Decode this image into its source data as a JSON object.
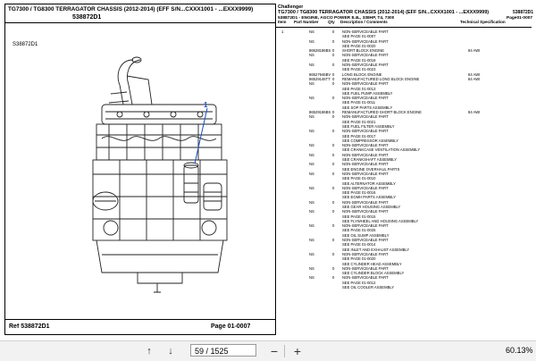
{
  "left_page": {
    "title": "TG7300 / TG8300 TERRAGATOR CHASSIS (2012-2014) (EFF S/N...CXXX1001 - ...EXXX9999)",
    "code": "538872D1",
    "ref_label": "S38872D1",
    "callout": "1",
    "footer_ref": "Ref  538872D1",
    "footer_page": "Page  01-0007"
  },
  "right_page": {
    "brand": "Challenger",
    "title": "TG7300 / TG8300 TERRAGATOR CHASSIS (2012-2014) (EFF S/N...CXXX1001 - ...EXXX9999)",
    "code": "538872D1",
    "subtitle": "538872D1 - ENGINE, AGCO POWER 8.4L, 338HP, T4, 7300",
    "page": "Page01-0007",
    "columns": {
      "item": "Item",
      "part": "Part Number",
      "qty": "Qty",
      "comp": "Description / Comments",
      "spec": "Technical Specification"
    },
    "rows": [
      {
        "item": "1",
        "part": "NS",
        "qty": "0",
        "comp": "NON-SERVICEABLE PART",
        "spec": ""
      },
      {
        "item": "",
        "part": "",
        "qty": "",
        "comp": "SEE PAGE 01-0007",
        "spec": ""
      },
      {
        "item": "",
        "part": "NS",
        "qty": "0",
        "comp": "NON-SERVICEABLE PART",
        "spec": ""
      },
      {
        "item": "",
        "part": "",
        "qty": "",
        "comp": "SEE PAGE 01-0020",
        "spec": ""
      },
      {
        "item": "",
        "part": "86528186BS",
        "qty": "0",
        "comp": "SHORT BLOCK ENGINE",
        "spec": "84 AWI"
      },
      {
        "item": "",
        "part": "NS",
        "qty": "0",
        "comp": "NON-SERVICEABLE PART",
        "spec": ""
      },
      {
        "item": "",
        "part": "",
        "qty": "",
        "comp": "SEE PAGE 01-0018",
        "spec": ""
      },
      {
        "item": "",
        "part": "NS",
        "qty": "0",
        "comp": "NON-SERVICEABLE PART",
        "spec": ""
      },
      {
        "item": "",
        "part": "",
        "qty": "",
        "comp": "SEE PAGE 01-0023",
        "spec": ""
      },
      {
        "item": "",
        "part": "86527946BV",
        "qty": "0",
        "comp": "LONG BLOCK ENGINE",
        "spec": "84 AWI"
      },
      {
        "item": "",
        "part": "86529146TT",
        "qty": "0",
        "comp": "REMANUFACTURED LONG BLOCK ENGINE",
        "spec": "84 AWI"
      },
      {
        "item": "",
        "part": "NS",
        "qty": "0",
        "comp": "NON-SERVICEABLE PART",
        "spec": ""
      },
      {
        "item": "",
        "part": "",
        "qty": "",
        "comp": "SEE PAGE 01-0013",
        "spec": ""
      },
      {
        "item": "",
        "part": "",
        "qty": "",
        "comp": "SEE FUEL PUMP ASSEMBLY",
        "spec": ""
      },
      {
        "item": "",
        "part": "NS",
        "qty": "0",
        "comp": "NON-SERVICEABLE PART",
        "spec": ""
      },
      {
        "item": "",
        "part": "",
        "qty": "",
        "comp": "SEE PAGE 01-0011",
        "spec": ""
      },
      {
        "item": "",
        "part": "",
        "qty": "",
        "comp": "SEE SOP PARTS ASSEMBLY",
        "spec": ""
      },
      {
        "item": "",
        "part": "86529186BS",
        "qty": "0",
        "comp": "REMANUFACTURED SHORT BLOCK ENGINE",
        "spec": "84 AWI"
      },
      {
        "item": "",
        "part": "NS",
        "qty": "0",
        "comp": "NON-SERVICEABLE PART",
        "spec": ""
      },
      {
        "item": "",
        "part": "",
        "qty": "",
        "comp": "SEE PAGE 01-0021",
        "spec": ""
      },
      {
        "item": "",
        "part": "",
        "qty": "",
        "comp": "SEE FUEL FILTER ASSEMBLY",
        "spec": ""
      },
      {
        "item": "",
        "part": "NS",
        "qty": "0",
        "comp": "NON-SERVICEABLE PART",
        "spec": ""
      },
      {
        "item": "",
        "part": "",
        "qty": "",
        "comp": "SEE PAGE 01-0017",
        "spec": ""
      },
      {
        "item": "",
        "part": "",
        "qty": "",
        "comp": "SEE COMPRESSOR ASSEMBLY",
        "spec": ""
      },
      {
        "item": "",
        "part": "NS",
        "qty": "0",
        "comp": "NON-SERVICEABLE PART",
        "spec": ""
      },
      {
        "item": "",
        "part": "",
        "qty": "",
        "comp": "SEE CRANKCASE VENTILATION ASSEMBLY",
        "spec": ""
      },
      {
        "item": "",
        "part": "NS",
        "qty": "0",
        "comp": "NON-SERVICEABLE PART",
        "spec": ""
      },
      {
        "item": "",
        "part": "",
        "qty": "",
        "comp": "SEE CRANKSHAFT ASSEMBLY",
        "spec": ""
      },
      {
        "item": "",
        "part": "NS",
        "qty": "0",
        "comp": "NON-SERVICEABLE PART",
        "spec": ""
      },
      {
        "item": "",
        "part": "",
        "qty": "",
        "comp": "SEE ENGINE OVERHAUL PARTS",
        "spec": ""
      },
      {
        "item": "",
        "part": "NS",
        "qty": "0",
        "comp": "NON-SERVICEABLE PART",
        "spec": ""
      },
      {
        "item": "",
        "part": "",
        "qty": "",
        "comp": "SEE PAGE 01-0010",
        "spec": ""
      },
      {
        "item": "",
        "part": "",
        "qty": "",
        "comp": "SEE ALTERNATOR ASSEMBLY",
        "spec": ""
      },
      {
        "item": "",
        "part": "NS",
        "qty": "0",
        "comp": "NON-SERVICEABLE PART",
        "spec": ""
      },
      {
        "item": "",
        "part": "",
        "qty": "",
        "comp": "SEE PAGE 01-0016",
        "spec": ""
      },
      {
        "item": "",
        "part": "",
        "qty": "",
        "comp": "SEE EGMH PARTS ASSEMBLY",
        "spec": ""
      },
      {
        "item": "",
        "part": "NS",
        "qty": "0",
        "comp": "NON-SERVICEABLE PART",
        "spec": ""
      },
      {
        "item": "",
        "part": "",
        "qty": "",
        "comp": "SEE GEAR HOUSING ASSEMBLY",
        "spec": ""
      },
      {
        "item": "",
        "part": "NS",
        "qty": "0",
        "comp": "NON-SERVICEABLE PART",
        "spec": ""
      },
      {
        "item": "",
        "part": "",
        "qty": "",
        "comp": "SEE PAGE 01-0015",
        "spec": ""
      },
      {
        "item": "",
        "part": "",
        "qty": "",
        "comp": "SEE FLYWHEEL AND HOUSING ASSEMBLY",
        "spec": ""
      },
      {
        "item": "",
        "part": "NS",
        "qty": "0",
        "comp": "NON-SERVICEABLE PART",
        "spec": ""
      },
      {
        "item": "",
        "part": "",
        "qty": "",
        "comp": "SEE PAGE 01-0025",
        "spec": ""
      },
      {
        "item": "",
        "part": "",
        "qty": "",
        "comp": "SEE OIL SUMP ASSEMBLY",
        "spec": ""
      },
      {
        "item": "",
        "part": "NS",
        "qty": "0",
        "comp": "NON-SERVICEABLE PART",
        "spec": ""
      },
      {
        "item": "",
        "part": "",
        "qty": "",
        "comp": "SEE PAGE 01-0014",
        "spec": ""
      },
      {
        "item": "",
        "part": "",
        "qty": "",
        "comp": "SEE INLET AND EXHAUST ASSEMBLY",
        "spec": ""
      },
      {
        "item": "",
        "part": "NS",
        "qty": "0",
        "comp": "NON-SERVICEABLE PART",
        "spec": ""
      },
      {
        "item": "",
        "part": "",
        "qty": "",
        "comp": "SEE PAGE 01-0020",
        "spec": ""
      },
      {
        "item": "",
        "part": "",
        "qty": "",
        "comp": "SEE CYLINDER HEAD ASSEMBLY",
        "spec": ""
      },
      {
        "item": "",
        "part": "NS",
        "qty": "0",
        "comp": "NON-SERVICEABLE PART",
        "spec": ""
      },
      {
        "item": "",
        "part": "",
        "qty": "",
        "comp": "SEE CYLINDER BLOCK ASSEMBLY",
        "spec": ""
      },
      {
        "item": "",
        "part": "NS",
        "qty": "0",
        "comp": "NON-SERVICEABLE PART",
        "spec": ""
      },
      {
        "item": "",
        "part": "",
        "qty": "",
        "comp": "SEE PAGE 01-0012",
        "spec": ""
      },
      {
        "item": "",
        "part": "",
        "qty": "",
        "comp": "SEE OIL COOLER ASSEMBLY",
        "spec": ""
      }
    ]
  },
  "toolbar": {
    "page_input": "59 / 1525",
    "zoom": "60.13%",
    "icons": [
      "arrow-up-icon",
      "arrow-down-icon",
      "zoom-out-icon",
      "zoom-in-icon"
    ]
  }
}
